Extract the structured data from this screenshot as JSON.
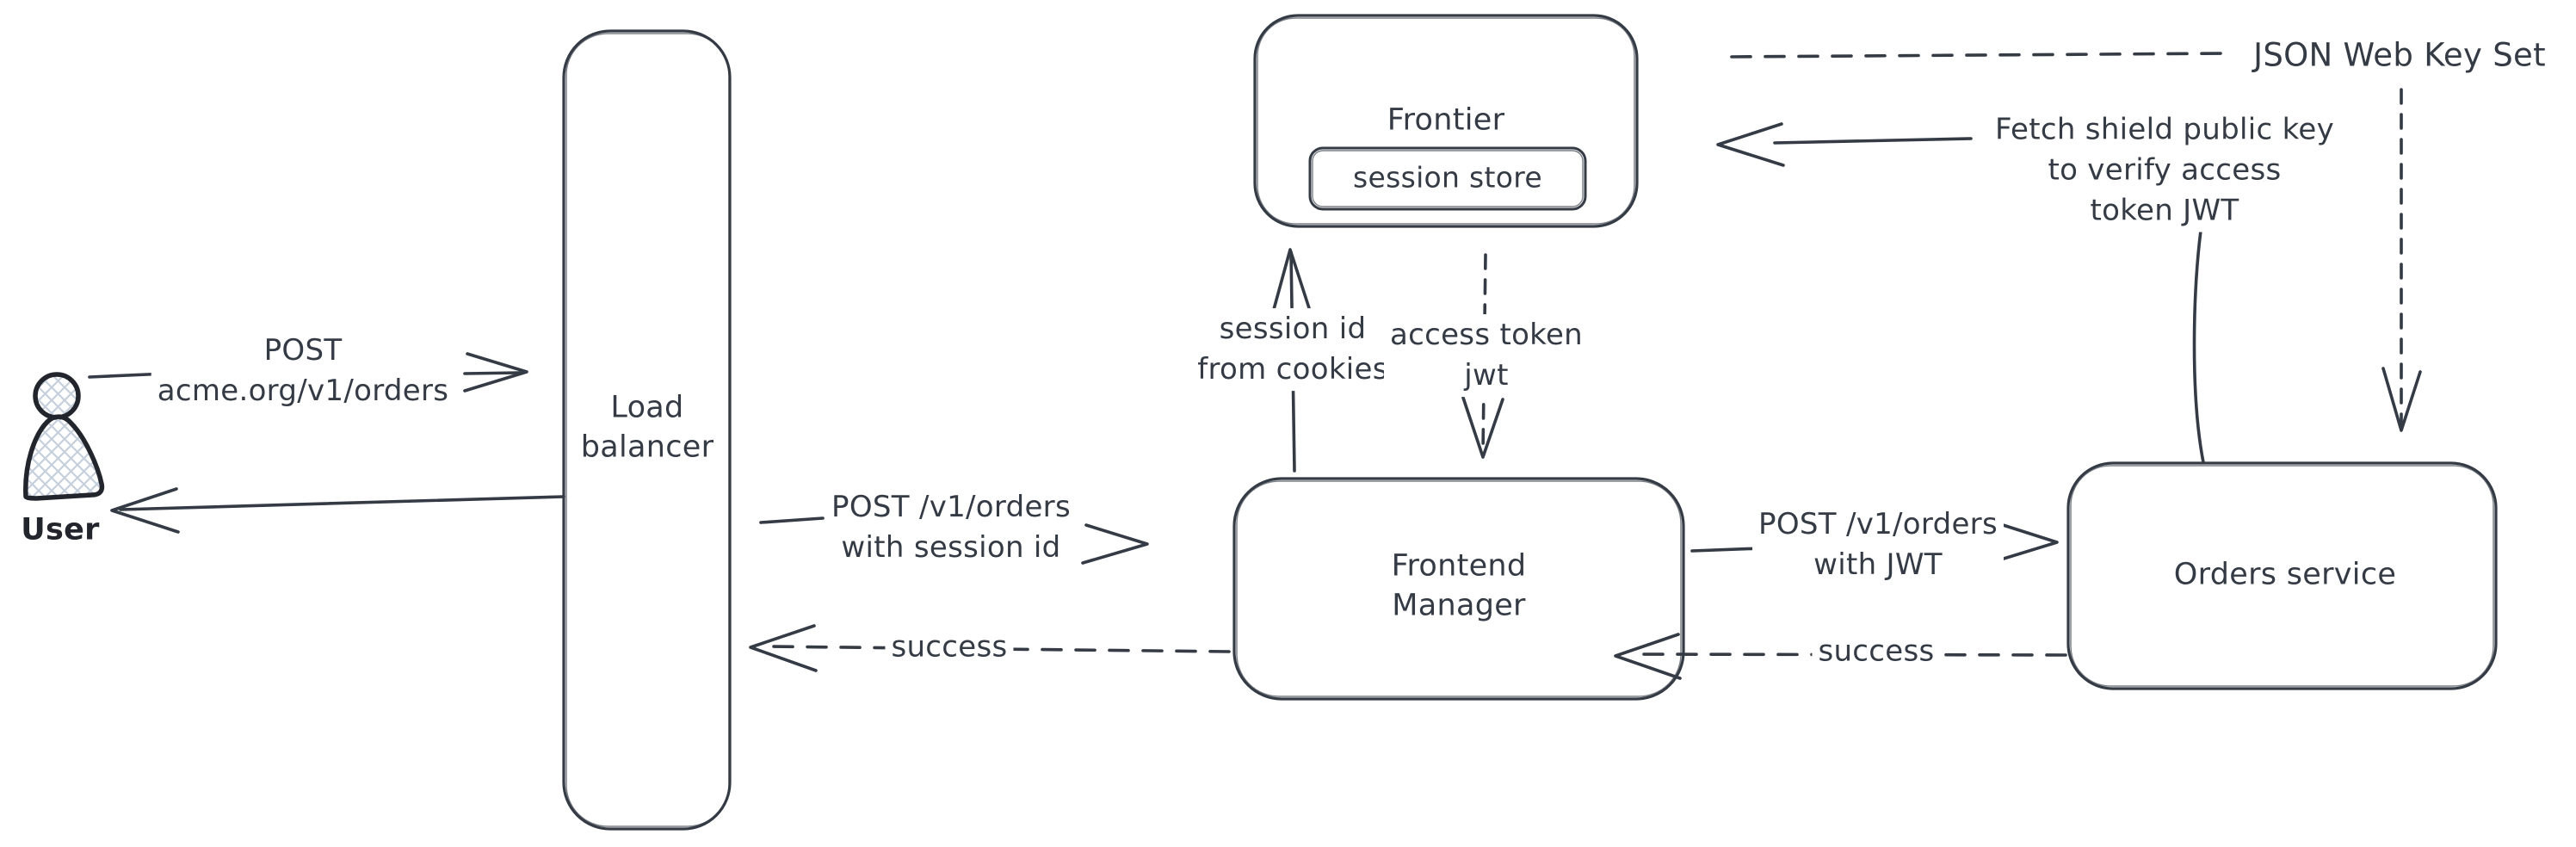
{
  "canvas": {
    "background": "#ffffff",
    "stroke_color": "#343b45",
    "user_stroke_color": "#22262c",
    "hatch_color": "#c6cfdc"
  },
  "nodes": {
    "user": {
      "label": "User"
    },
    "load_balancer": {
      "label": "Load balancer"
    },
    "frontier": {
      "label": "Frontier"
    },
    "session_store": {
      "label": "session store"
    },
    "frontend_manager": {
      "label": "Frontend Manager"
    },
    "orders_service": {
      "label": "Orders service"
    }
  },
  "edges": {
    "user_to_lb": {
      "line1": "POST",
      "line2": "acme.org/v1/orders"
    },
    "lb_to_fm": {
      "line1": "POST /v1/orders",
      "line2": "with session id"
    },
    "fm_to_lb": {
      "label": "success"
    },
    "fm_to_frontier": {
      "line1": "session id",
      "line2": "from cookies"
    },
    "frontier_to_fm": {
      "line1": "access token",
      "line2": "jwt"
    },
    "fm_to_orders": {
      "line1": "POST /v1/orders",
      "line2": "with JWT"
    },
    "orders_to_fm": {
      "label": "success"
    },
    "orders_to_frontier": {
      "line1": "Fetch shield public key",
      "line2": "to verify access",
      "line3": "token JWT"
    },
    "jwks": {
      "label": "JSON Web Key Set"
    }
  }
}
